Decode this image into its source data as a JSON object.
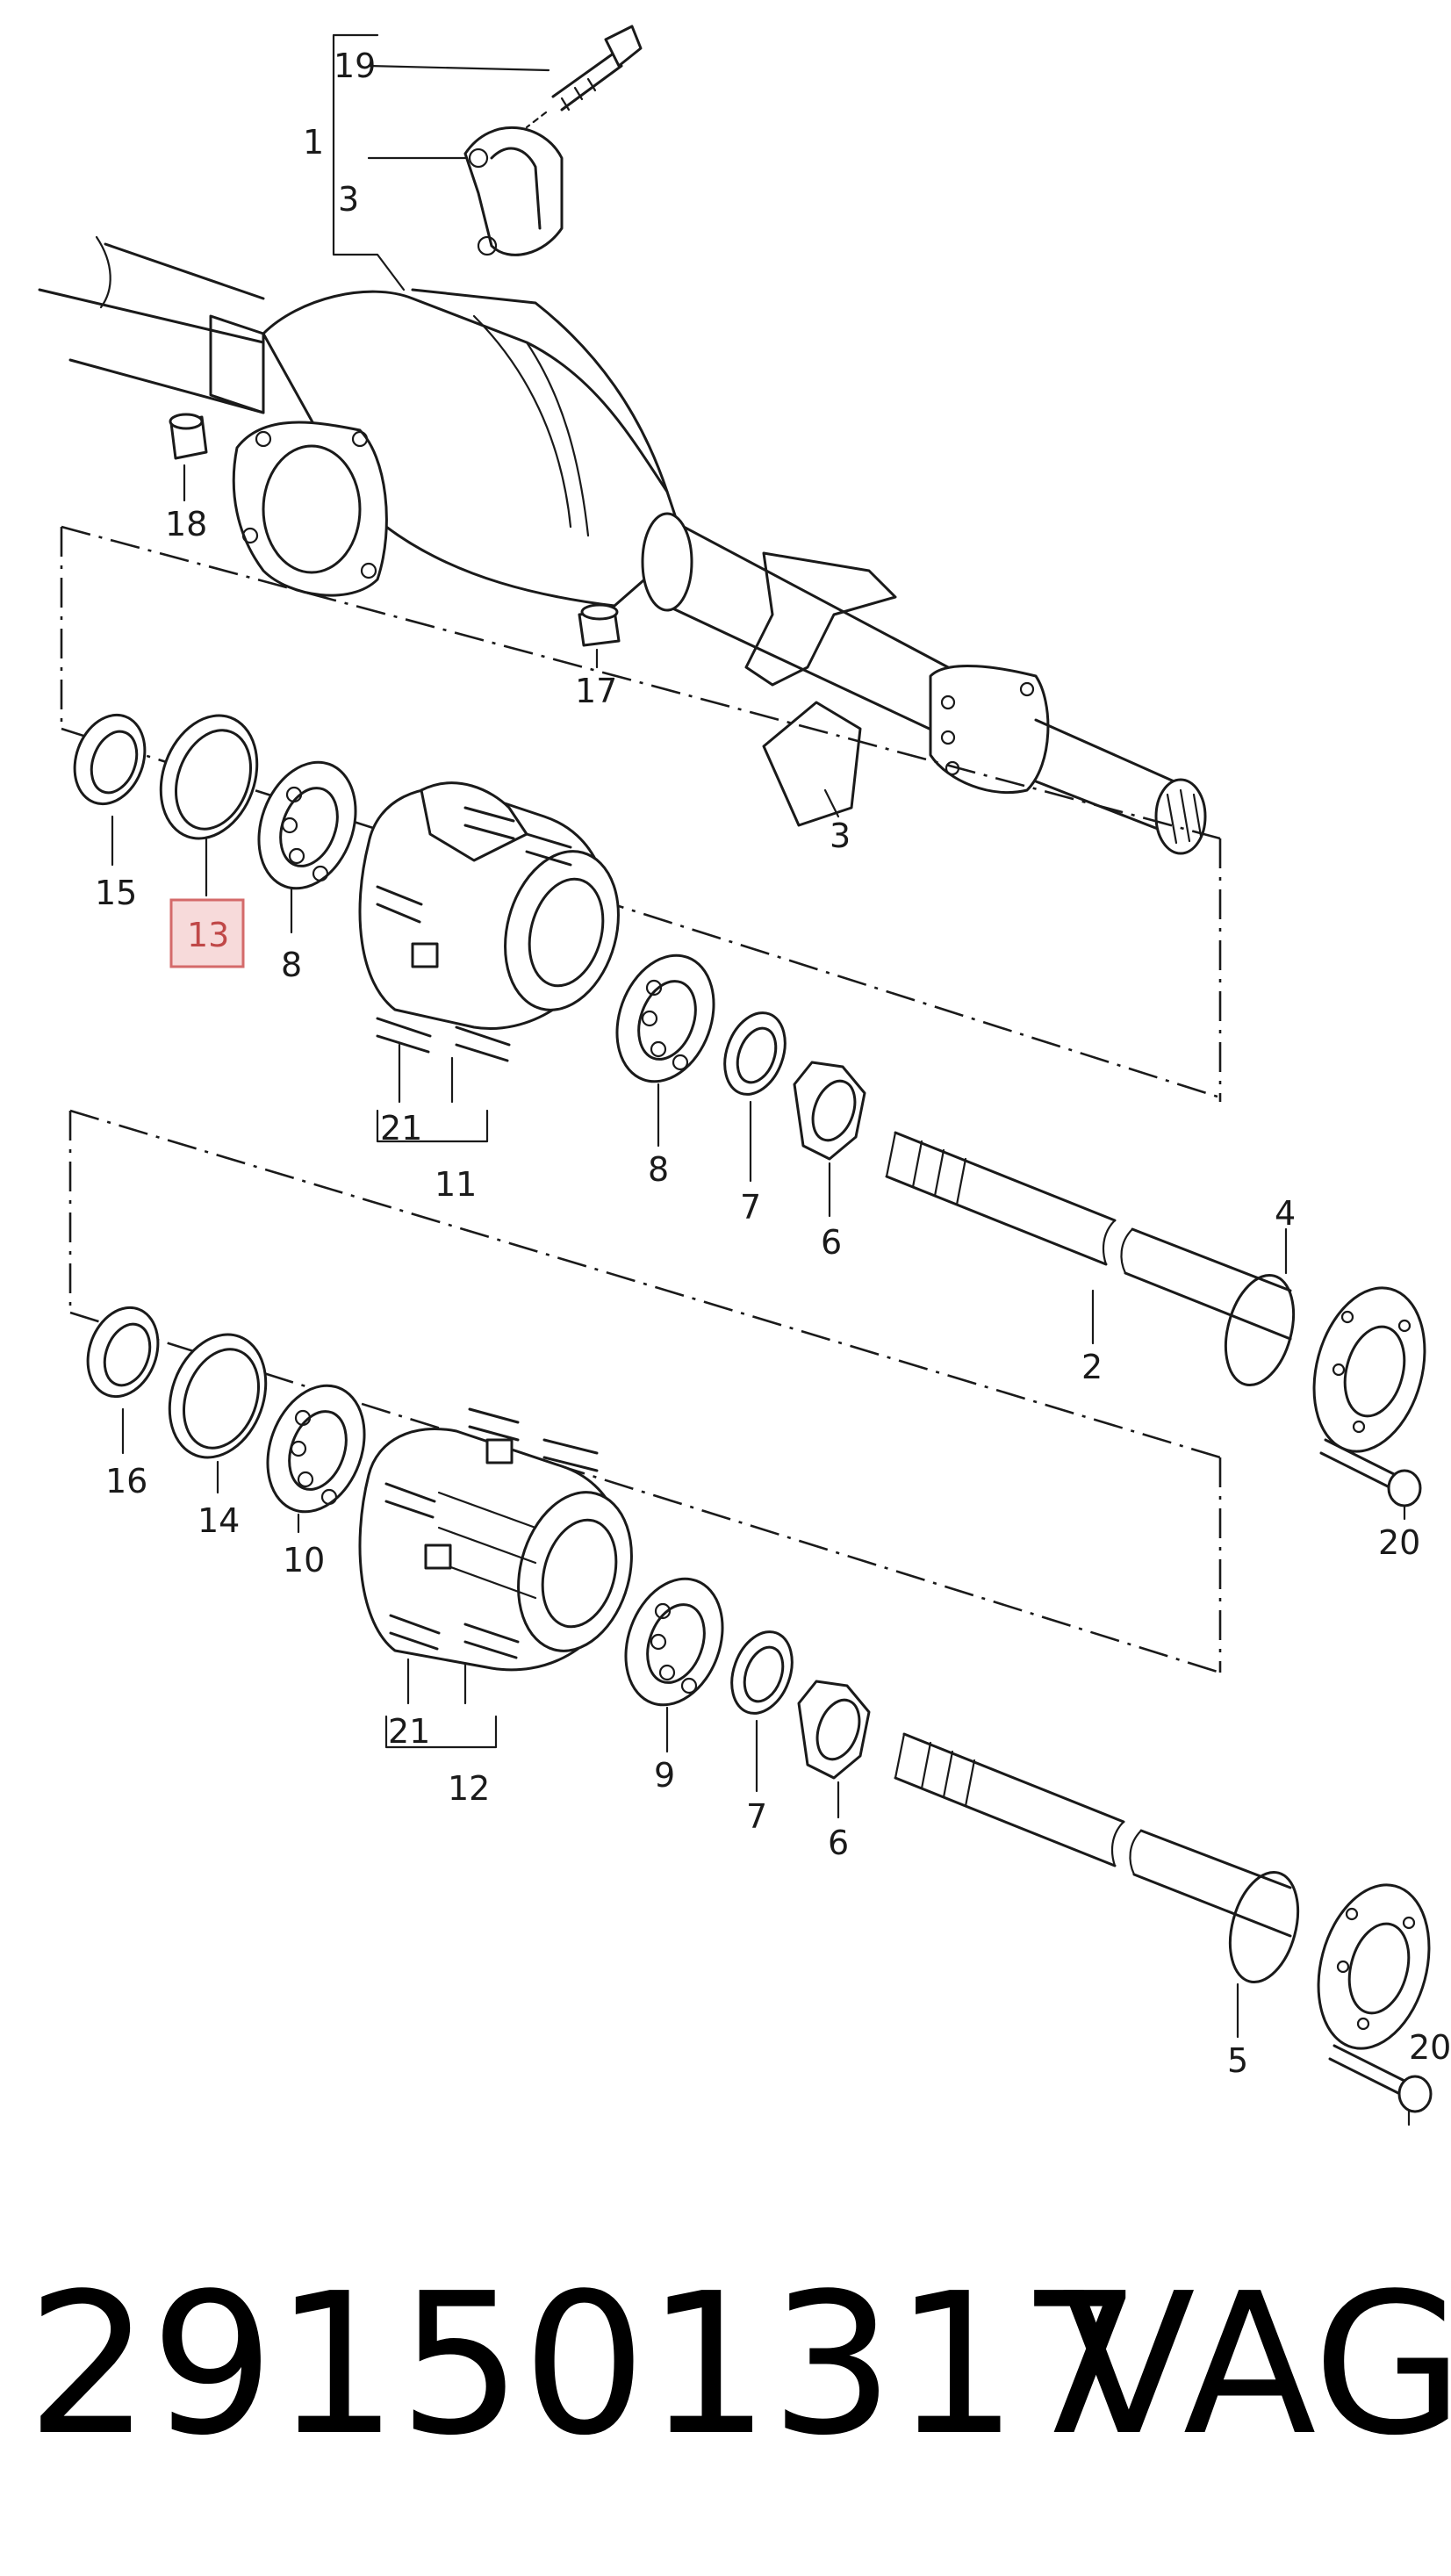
{
  "diagram": {
    "callouts": [
      {
        "id": "c19",
        "text": "19"
      },
      {
        "id": "c1",
        "text": "1"
      },
      {
        "id": "c3a",
        "text": "3"
      },
      {
        "id": "c18",
        "text": "18"
      },
      {
        "id": "c17",
        "text": "17"
      },
      {
        "id": "c3b",
        "text": "3"
      },
      {
        "id": "c15",
        "text": "15"
      },
      {
        "id": "c13",
        "text": "13"
      },
      {
        "id": "c8a",
        "text": "8"
      },
      {
        "id": "c21a",
        "text": "21"
      },
      {
        "id": "c11",
        "text": "11"
      },
      {
        "id": "c8b",
        "text": "8"
      },
      {
        "id": "c7a",
        "text": "7"
      },
      {
        "id": "c6a",
        "text": "6"
      },
      {
        "id": "c4",
        "text": "4"
      },
      {
        "id": "c2",
        "text": "2"
      },
      {
        "id": "c20a",
        "text": "20"
      },
      {
        "id": "c16",
        "text": "16"
      },
      {
        "id": "c14",
        "text": "14"
      },
      {
        "id": "c10",
        "text": "10"
      },
      {
        "id": "c21b",
        "text": "21"
      },
      {
        "id": "c12",
        "text": "12"
      },
      {
        "id": "c9",
        "text": "9"
      },
      {
        "id": "c7b",
        "text": "7"
      },
      {
        "id": "c6b",
        "text": "6"
      },
      {
        "id": "c5",
        "text": "5"
      },
      {
        "id": "c20b",
        "text": "20"
      }
    ],
    "highlighted_callout": "13",
    "highlight_color": "#f7dada"
  },
  "footer": {
    "part_number": "291501317",
    "brand": "VAG"
  }
}
